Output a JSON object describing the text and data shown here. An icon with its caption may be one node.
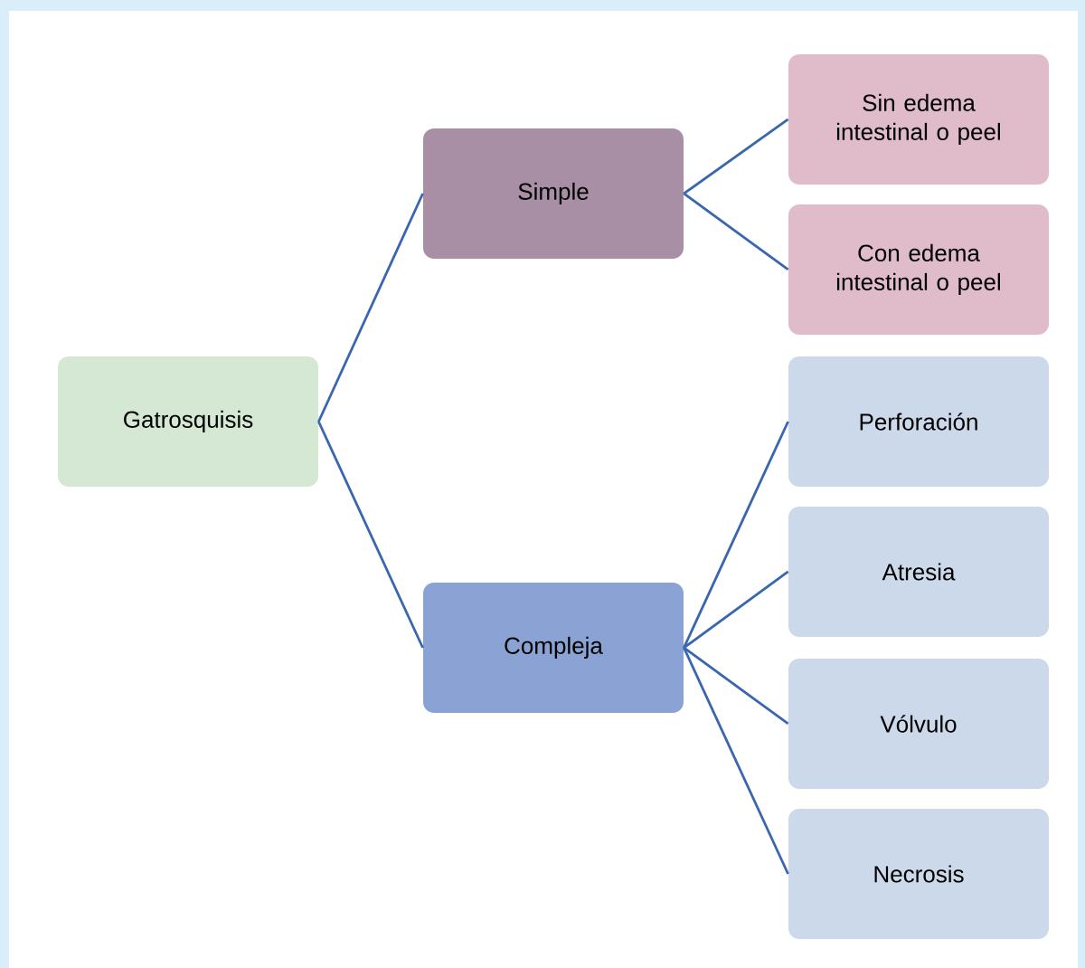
{
  "diagram": {
    "nodes": [
      {
        "text": [
          "Gatrosquisis"
        ]
      },
      {
        "text": [
          "Simple"
        ]
      },
      {
        "text": [
          "Compleja"
        ]
      },
      {
        "text": [
          "Sin edema intestinal o peel"
        ]
      },
      {
        "text": [
          "Con edema intestinal o peel"
        ]
      },
      {
        "text": [
          "Perforación"
        ]
      },
      {
        "text": [
          "Atresia"
        ]
      },
      {
        "text": [
          "Vólvulo"
        ]
      },
      {
        "text": [
          "Necrosis"
        ]
      }
    ],
    "edges": [
      {
        "from": 0,
        "to": 1,
        "arrow": "none"
      },
      {
        "from": 0,
        "to": 2,
        "arrow": "none"
      },
      {
        "from": 1,
        "to": 3,
        "arrow": "none"
      },
      {
        "from": 1,
        "to": 4,
        "arrow": "none"
      },
      {
        "from": 2,
        "to": 5,
        "arrow": "none"
      },
      {
        "from": 2,
        "to": 6,
        "arrow": "none"
      },
      {
        "from": 2,
        "to": 7,
        "arrow": "none"
      },
      {
        "from": 2,
        "to": 8,
        "arrow": "none"
      }
    ]
  }
}
